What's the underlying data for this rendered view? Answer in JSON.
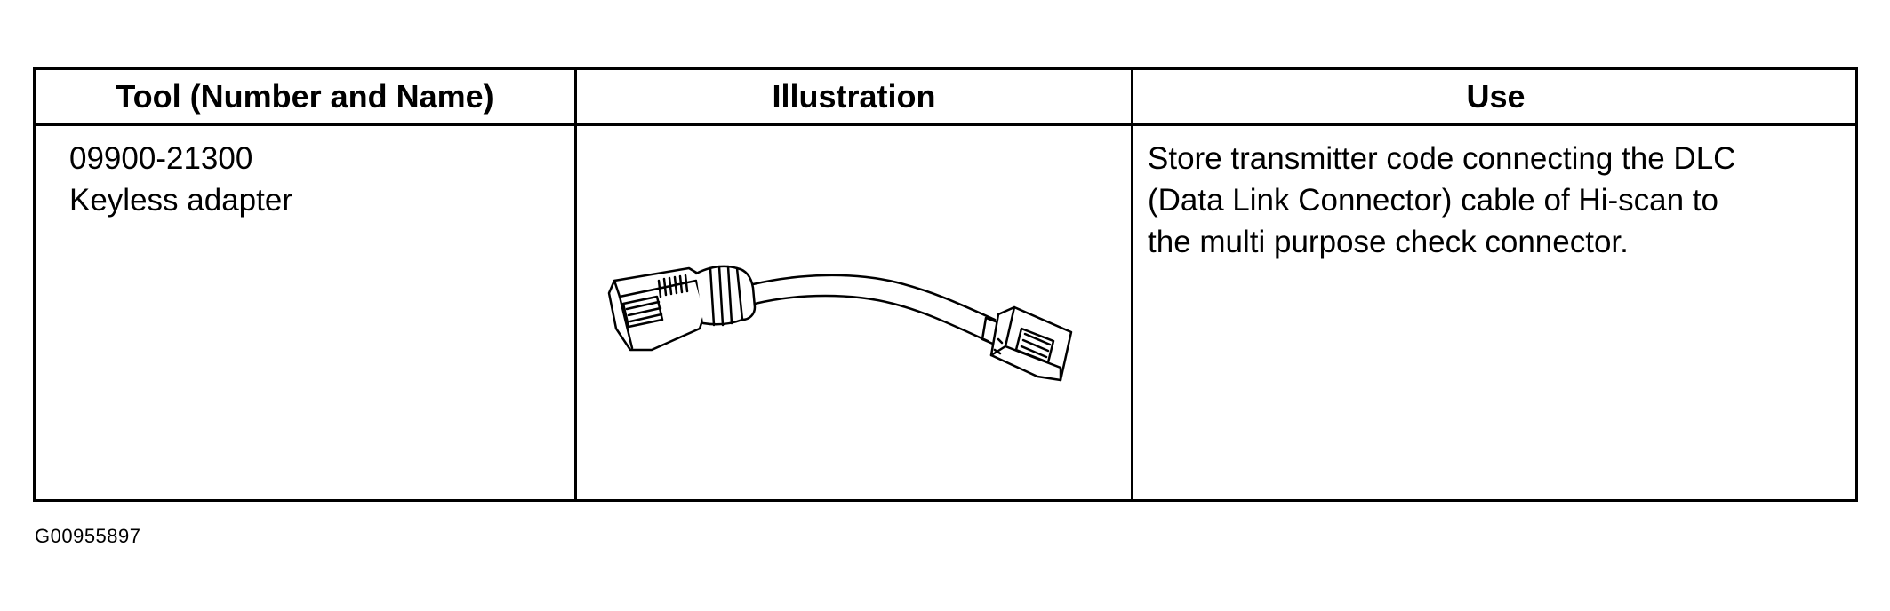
{
  "table": {
    "headers": {
      "tool": "Tool (Number and Name)",
      "illustration": "Illustration",
      "use": "Use"
    },
    "rows": [
      {
        "tool_number": "09900-21300",
        "tool_name": "Keyless adapter",
        "illustration_icon": "keyless-adapter-cable-icon",
        "use_lines": [
          "Store transmitter code connecting the DLC",
          "(Data Link Connector) cable of Hi-scan to",
          "the multi purpose check connector."
        ]
      }
    ]
  },
  "figure_code": "G00955897"
}
